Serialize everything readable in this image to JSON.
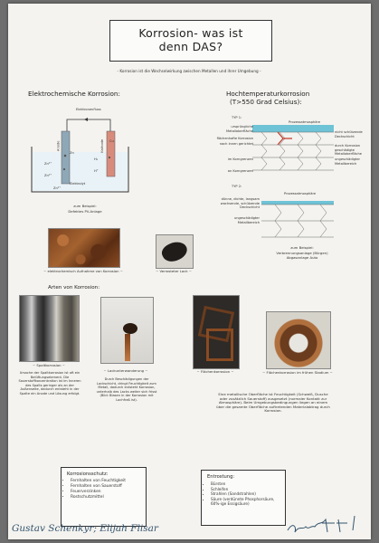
{
  "poster": {
    "title_line1": "Korrosion- was ist",
    "title_line2": "denn DAS?",
    "subtitle": "- Korrosion ist die Wechselwirkung zwischen Metallen und ihrer Umgebung -"
  },
  "electrochem": {
    "heading": "Elektrochemische Korrosion:",
    "electron_flow": "Elektronenfluss",
    "anode": "Anode",
    "kathode": "Kathode",
    "electrolyte": "Elektrolyt",
    "zn_left": "Zn²⁺",
    "zn_left2": "Zn²⁺",
    "zn_bottom": "Zn²⁺",
    "h_right": "H₂",
    "h_right2": "H⁺",
    "cu_label": "Cu",
    "zn_label": "Zn",
    "example_label": "zum Beispiel:",
    "example_text": "Defektes PV-Anlage",
    "photo_caption1": "~ elektrochemisch Aufnahme von Korrosion ~",
    "photo_caption2": "~ Verrosteter Lack ~"
  },
  "hightemp": {
    "heading": "Hochtemperaturkorrosion",
    "heading2": "(T>550 Grad Celsius):",
    "typ1": "TYP 1:",
    "typ2": "TYP 2:",
    "process_atmo": "Prozessatmosphäre",
    "process_atmo2": "Prozessatmosphäre",
    "left_labels": [
      "ursprüngliche Metalloberfläche",
      "flächenhafte Korrosion",
      "nach innen gerichtet",
      "im Korngrenzen",
      "an Korngrenzen"
    ],
    "right_labels": [
      "nicht schützende Deckschicht",
      "durch Korrosion geschädigte Metalloberfläche",
      "ungeschädigter Metallbereich"
    ],
    "typ2_left": [
      "dünne, dichte, langsam wachsende, schützende Deckschicht",
      "ungeschädigter Metallbereich"
    ],
    "example_label": "zum Beispiel:",
    "example_text": "Verbrennungsanlage (Bürgen) Abgasanlage Auto"
  },
  "arten": {
    "heading": "Arten von Korrosion:",
    "items": [
      {
        "title": "~ Spaltkorrosion ~",
        "desc": "Ursache der Spaltkorrosion ist oft ein Belüftungselement. Die Sauerstoffkonzentration ist im Inneren des Spalts geringer als an der Außenseite, dadurch entsteht in der Spalte ein Anode und Lösung erfolgt."
      },
      {
        "title": "~ Lackunterwanderung ~",
        "desc": "Durch Beschädigungen der Lackschicht, dringt Feuchtigkeit zum Metall, dadurch entsteht Korrosion, unterhalb des Lacks weiter sich frisst (Bild: Blasen in der Korrosion mit Lochfraß ist)."
      },
      {
        "title": "~ Flächenkorrosion ~",
        "desc": ""
      },
      {
        "title": "~ Flächenkorrosion im frühen Stadium ~",
        "desc": ""
      }
    ],
    "flaeche_desc": "Eine metallische Oberfläche ist Feuchtigkeit (Schweiß, Dusche oder zusätzlich Sauerstoff) ausgesetzt (normaler Kontakt zur Atmosphäre). Beim Umgebungsbedingungen liegen an einem über die gesamte Oberfläche auftretenden Materialabtrag durch Korrosion."
  },
  "schutz": {
    "heading": "Korrosionsschutz:",
    "items": [
      "Fernhalten von Feuchtigkeit",
      "Fernhalten von Sauerstoff",
      "Feuerverzinken",
      "Rostschutzmittel"
    ]
  },
  "entrostung": {
    "heading": "Entrostung:",
    "items": [
      "Bürsten",
      "Schleifen",
      "Strahlen (Sandstrahlen)",
      "Säure (verdünnte Phosphorsäure, 60%-ige Essigsäure)"
    ]
  },
  "authors": "Gustav Schenkyr; Elijah Flisar",
  "colors": {
    "paper": "#f4f3ef",
    "rust": "#8a4b22",
    "blue": "#34546e",
    "cyan": "#4fb3c9"
  }
}
